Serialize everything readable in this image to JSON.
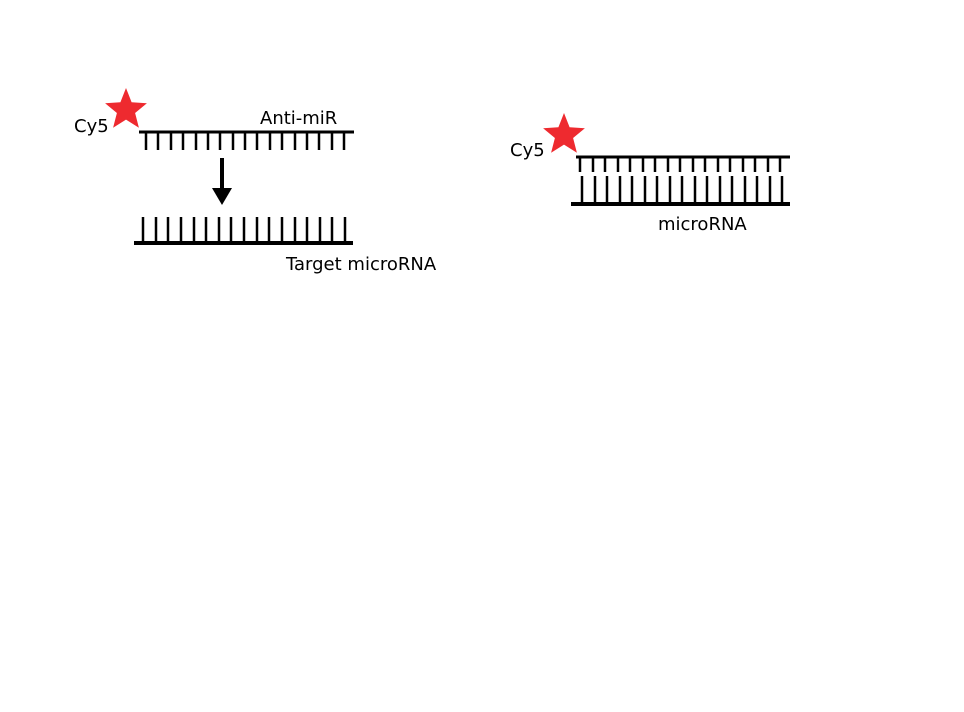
{
  "labels": {
    "dye_left": "Cy5",
    "anti_mir": "Anti-miR",
    "target_microrna": "Target microRNA",
    "dye_right": "Cy5",
    "microrna": "microRNA"
  },
  "colors": {
    "dye_star": "#ee2a2f",
    "strand": "#000000"
  }
}
